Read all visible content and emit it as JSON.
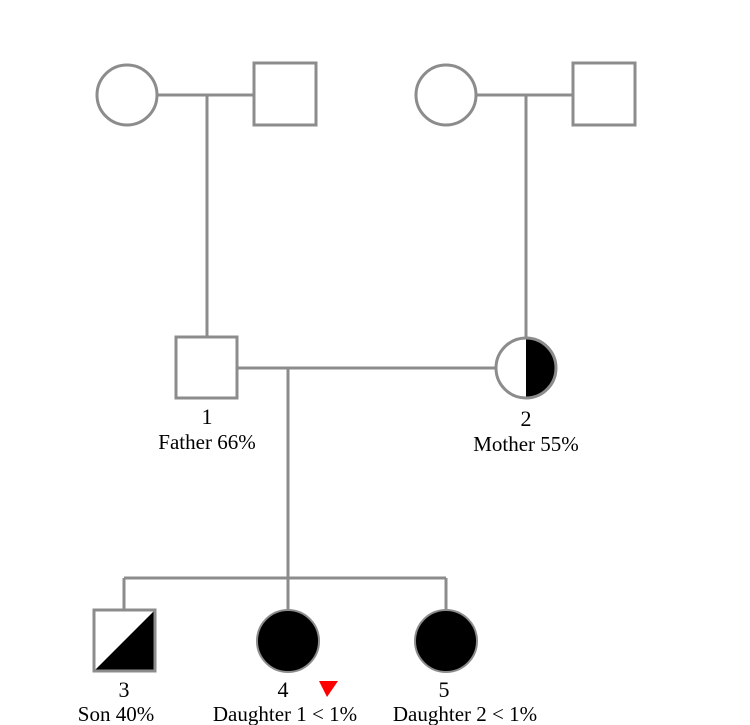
{
  "pedigree": {
    "individuals": [
      {
        "id": "1",
        "number": "1",
        "label": "Father 66%",
        "sex": "male",
        "affected": "unaffected"
      },
      {
        "id": "2",
        "number": "2",
        "label": "Mother 55%",
        "sex": "female",
        "affected": "half"
      },
      {
        "id": "3",
        "number": "3",
        "label": "Son 40%",
        "sex": "male",
        "affected": "half"
      },
      {
        "id": "4",
        "number": "4",
        "label": "Daughter 1 < 1%",
        "sex": "female",
        "affected": "full",
        "proband": true
      },
      {
        "id": "5",
        "number": "5",
        "label": "Daughter 2 < 1%",
        "sex": "female",
        "affected": "full"
      }
    ],
    "grandparents": [
      {
        "side": "paternal",
        "members": [
          "female",
          "male"
        ]
      },
      {
        "side": "maternal",
        "members": [
          "female",
          "male"
        ]
      }
    ]
  },
  "colors": {
    "line": "#8c8c8c",
    "fill_affected": "#000000",
    "proband_arrow": "#ff0000"
  }
}
